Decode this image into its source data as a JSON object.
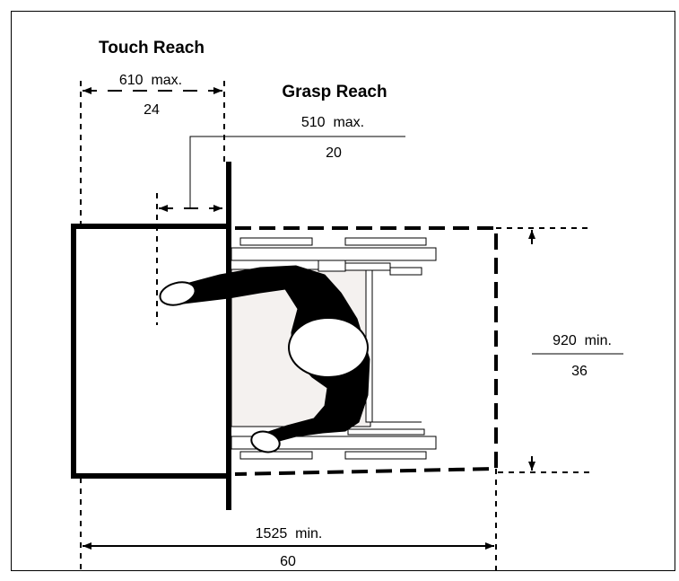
{
  "touch_reach": {
    "title": "Touch Reach",
    "metric": "610  max.",
    "imperial": "24"
  },
  "grasp_reach": {
    "title": "Grasp Reach",
    "metric": "510  max.",
    "imperial": "20"
  },
  "clear_width": {
    "metric": "920  min.",
    "imperial": "36"
  },
  "clear_length": {
    "metric": "1525  min.",
    "imperial": "60"
  }
}
